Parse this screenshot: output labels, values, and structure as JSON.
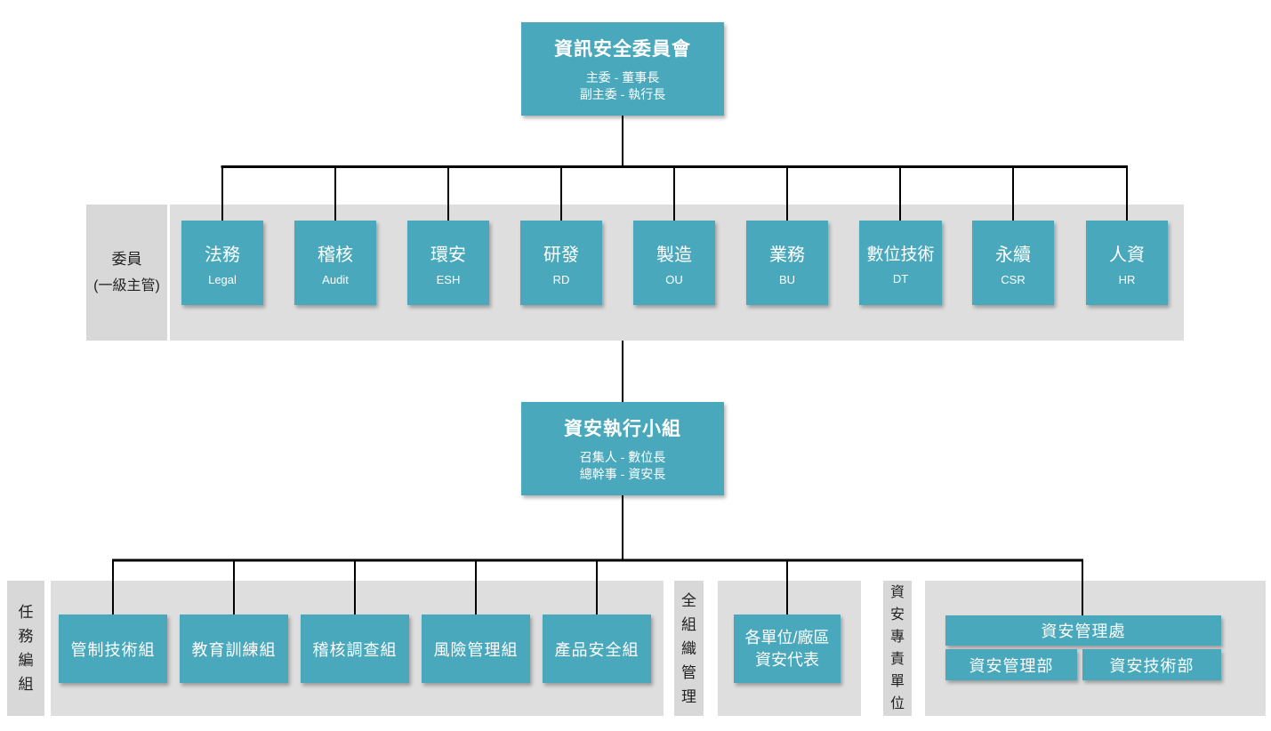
{
  "colors": {
    "teal": "#4aa8bd",
    "band": "#dedede",
    "label_band": "#d8d8d8",
    "line": "#000000",
    "text_dark": "#222222",
    "text_light": "#ffffff"
  },
  "root": {
    "title": "資訊安全委員會",
    "lines": [
      "主委 - 董事長",
      "副主委 - 執行長"
    ]
  },
  "committee": {
    "label_line1": "委員",
    "label_line2": "(一級主管)",
    "members": [
      {
        "zh": "法務",
        "en": "Legal"
      },
      {
        "zh": "稽核",
        "en": "Audit"
      },
      {
        "zh": "環安",
        "en": "ESH"
      },
      {
        "zh": "研發",
        "en": "RD"
      },
      {
        "zh": "製造",
        "en": "OU"
      },
      {
        "zh": "業務",
        "en": "BU"
      },
      {
        "zh": "數位技術",
        "en": "DT"
      },
      {
        "zh": "永續",
        "en": "CSR"
      },
      {
        "zh": "人資",
        "en": "HR"
      }
    ]
  },
  "exec": {
    "title": "資安執行小組",
    "lines": [
      "召集人 - 數位長",
      "總幹事 - 資安長"
    ]
  },
  "bottom": {
    "task_group": {
      "label": "任務編組",
      "items": [
        "管制技術組",
        "教育訓練組",
        "稽核調查組",
        "風險管理組",
        "產品安全組"
      ]
    },
    "org_wide": {
      "label": "全組織管理",
      "item_line1": "各單位/廠區",
      "item_line2": "資安代表"
    },
    "dedicated": {
      "label": "資安專責單位",
      "division": "資安管理處",
      "departments": [
        "資安管理部",
        "資安技術部"
      ]
    }
  }
}
